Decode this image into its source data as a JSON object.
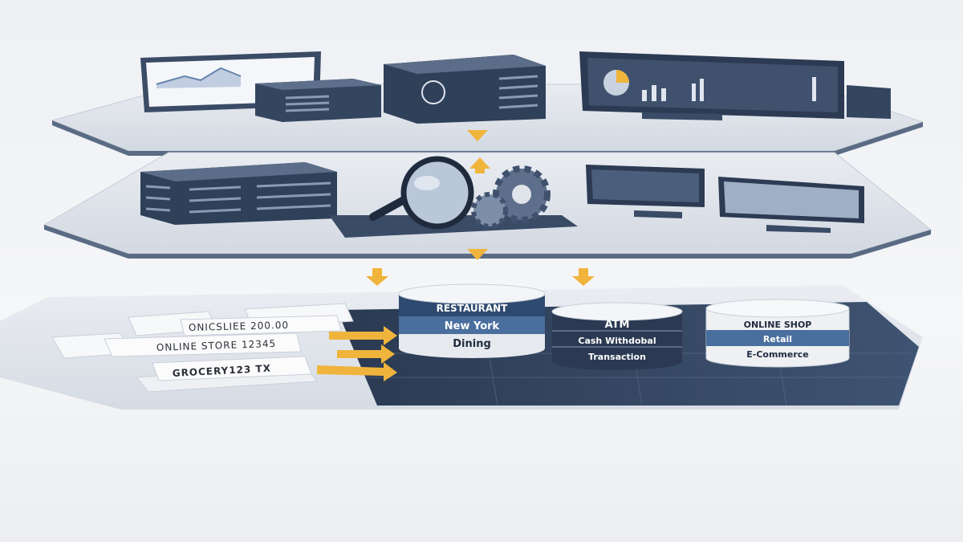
{
  "colors": {
    "background": "#eef0f4",
    "platform": "#dfe3ea",
    "platform_edge": "#4a5a72",
    "navy": "#2e3f5a",
    "accent_blue": "#4a6f9e",
    "arrow": "#f0b43c"
  },
  "receipts": [
    {
      "text": "ONICSLIEE 200.00"
    },
    {
      "text": "ONLINE STORE 12345"
    },
    {
      "text": "GROCERY123 TX"
    }
  ],
  "databases": [
    {
      "bands": [
        "RESTAURANT",
        "New York",
        "Dining"
      ]
    },
    {
      "bands": [
        "ATM",
        "Cash Withdobal",
        "Transaction"
      ]
    },
    {
      "bands": [
        "ONLINE SHOP",
        "Retail",
        "E-Commerce"
      ]
    }
  ],
  "icons": [
    "monitor-chart-icon",
    "server-icon",
    "network-server-icon",
    "dashboard-monitor-icon",
    "magnifier-icon",
    "gear-icon",
    "arrow-icon",
    "database-icon",
    "receipt-icon"
  ]
}
